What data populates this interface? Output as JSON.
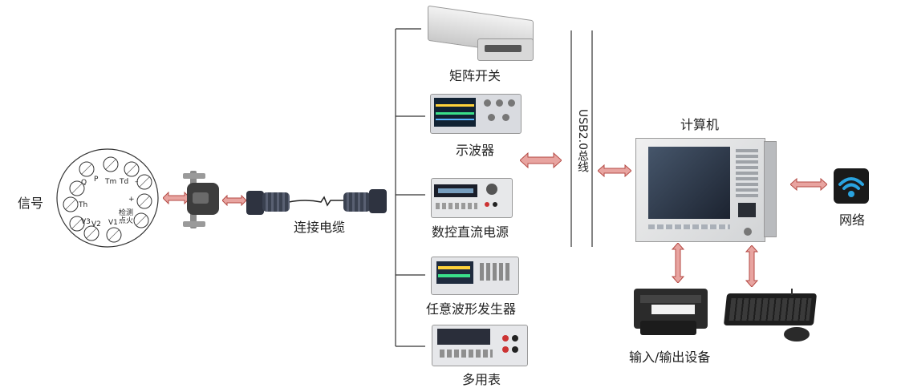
{
  "signal_panel": {
    "label": "信号",
    "pins": {
      "q": "Q",
      "p": "P",
      "tm": "Tm",
      "td": "Td",
      "minus": "–",
      "plus": "+",
      "th": "Th",
      "v3": "V3",
      "v2": "V2",
      "v1": "V1",
      "ignition": "检测点火"
    }
  },
  "cable": {
    "label": "连接电缆"
  },
  "instruments": [
    {
      "label": "矩阵开关"
    },
    {
      "label": "示波器"
    },
    {
      "label": "数控直流电源"
    },
    {
      "label": "任意波形发生器"
    },
    {
      "label": "多用表"
    }
  ],
  "bus": {
    "label": "USB2.0总线"
  },
  "computer": {
    "label": "计算机"
  },
  "network": {
    "label": "网络"
  },
  "io_devices": {
    "label": "输入/输出设备"
  },
  "colors": {
    "arrow_fill": "#e8a4a0",
    "arrow_stroke": "#b44a44",
    "line": "#333333",
    "wifi_bg": "#1a1a1a",
    "wifi_icon": "#2aa4e0"
  }
}
